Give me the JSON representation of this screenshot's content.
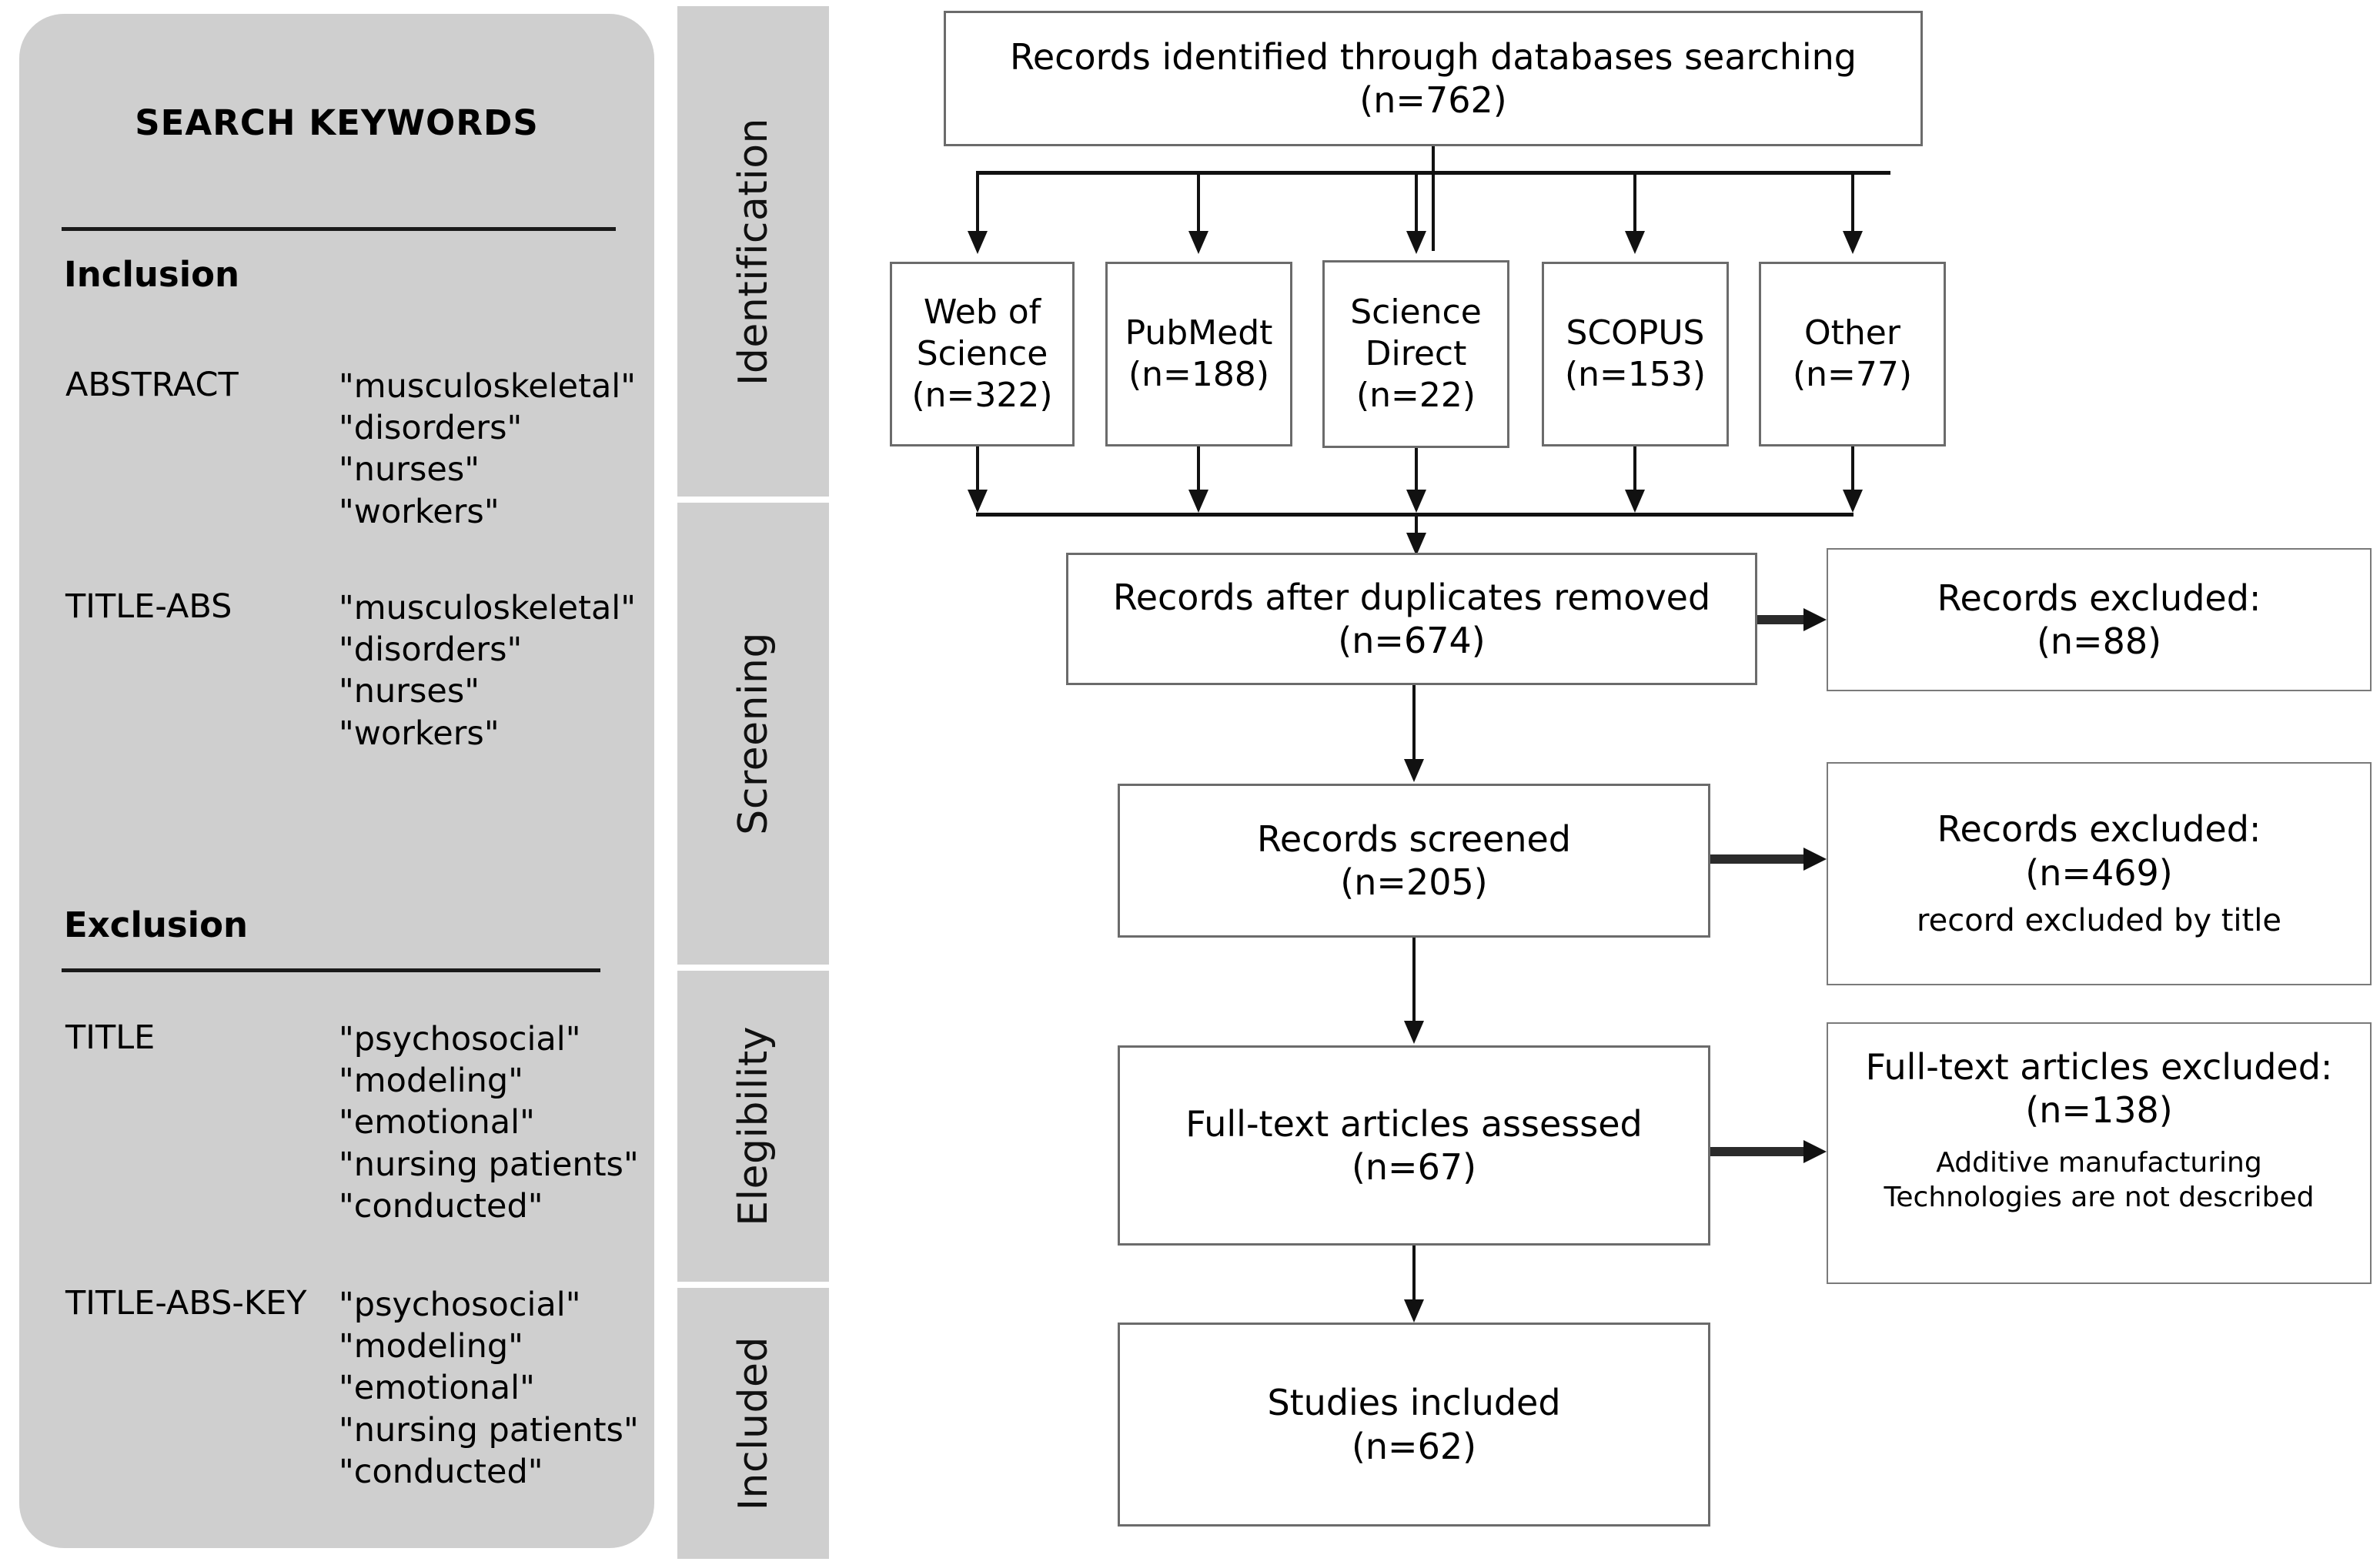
{
  "sidebar": {
    "title": "SEARCH KEYWORDS",
    "inclusion": {
      "heading": "Inclusion",
      "groups": [
        {
          "field": "ABSTRACT",
          "terms": [
            "\"musculoskeletal\"",
            "\"disorders\"",
            "\"nurses\"",
            "\"workers\""
          ]
        },
        {
          "field": "TITLE-ABS",
          "terms": [
            "\"musculoskeletal\"",
            "\"disorders\"",
            "\"nurses\"",
            "\"workers\""
          ]
        }
      ]
    },
    "exclusion": {
      "heading": "Exclusion",
      "groups": [
        {
          "field": "TITLE",
          "terms": [
            "\"psychosocial\"",
            "\"modeling\"",
            "\"emotional\"",
            "\"nursing patients\"",
            "\"conducted\""
          ]
        },
        {
          "field": "TITLE-ABS-KEY",
          "terms": [
            "\"psychosocial\"",
            "\"modeling\"",
            "\"emotional\"",
            "\"nursing patients\"",
            "\"conducted\""
          ]
        }
      ]
    }
  },
  "stages": [
    {
      "label": "Identification"
    },
    {
      "label": "Screening"
    },
    {
      "label": "Elegibility"
    },
    {
      "label": "Included"
    }
  ],
  "flow": {
    "identified": {
      "line1": "Records identified through databases searching",
      "line2": "(n=762)"
    },
    "sources": [
      {
        "line1": "Web of",
        "line2": "Science",
        "line3": "(n=322)"
      },
      {
        "line1": "PubMedt",
        "line2": "(n=188)",
        "line3": ""
      },
      {
        "line1": "Science",
        "line2": "Direct",
        "line3": "(n=22)"
      },
      {
        "line1": "SCOPUS",
        "line2": "(n=153)",
        "line3": ""
      },
      {
        "line1": "Other",
        "line2": "(n=77)",
        "line3": ""
      }
    ],
    "duplicates_removed": {
      "line1": "Records after duplicates removed",
      "line2": "(n=674)"
    },
    "excluded_duplicates": {
      "line1": "Records excluded:",
      "line2": "(n=88)"
    },
    "screened": {
      "line1": "Records screened",
      "line2": "(n=205)"
    },
    "excluded_screened": {
      "line1": "Records excluded:",
      "line2": "(n=469)",
      "line3": "record excluded by title"
    },
    "fulltext_assessed": {
      "line1": "Full-text articles assessed",
      "line2": "(n=67)"
    },
    "excluded_fulltext": {
      "line1": "Full-text articles excluded:",
      "line2": "(n=138)",
      "note1": "Additive manufacturing",
      "note2": "Technologies are not  described"
    },
    "studies_included": {
      "line1": "Studies included",
      "line2": "(n=62)"
    }
  },
  "colors": {
    "panel_bg": "#cfcfcf",
    "box_border": "#6b6b6b",
    "connector": "#111111",
    "page_bg": "#ffffff"
  }
}
